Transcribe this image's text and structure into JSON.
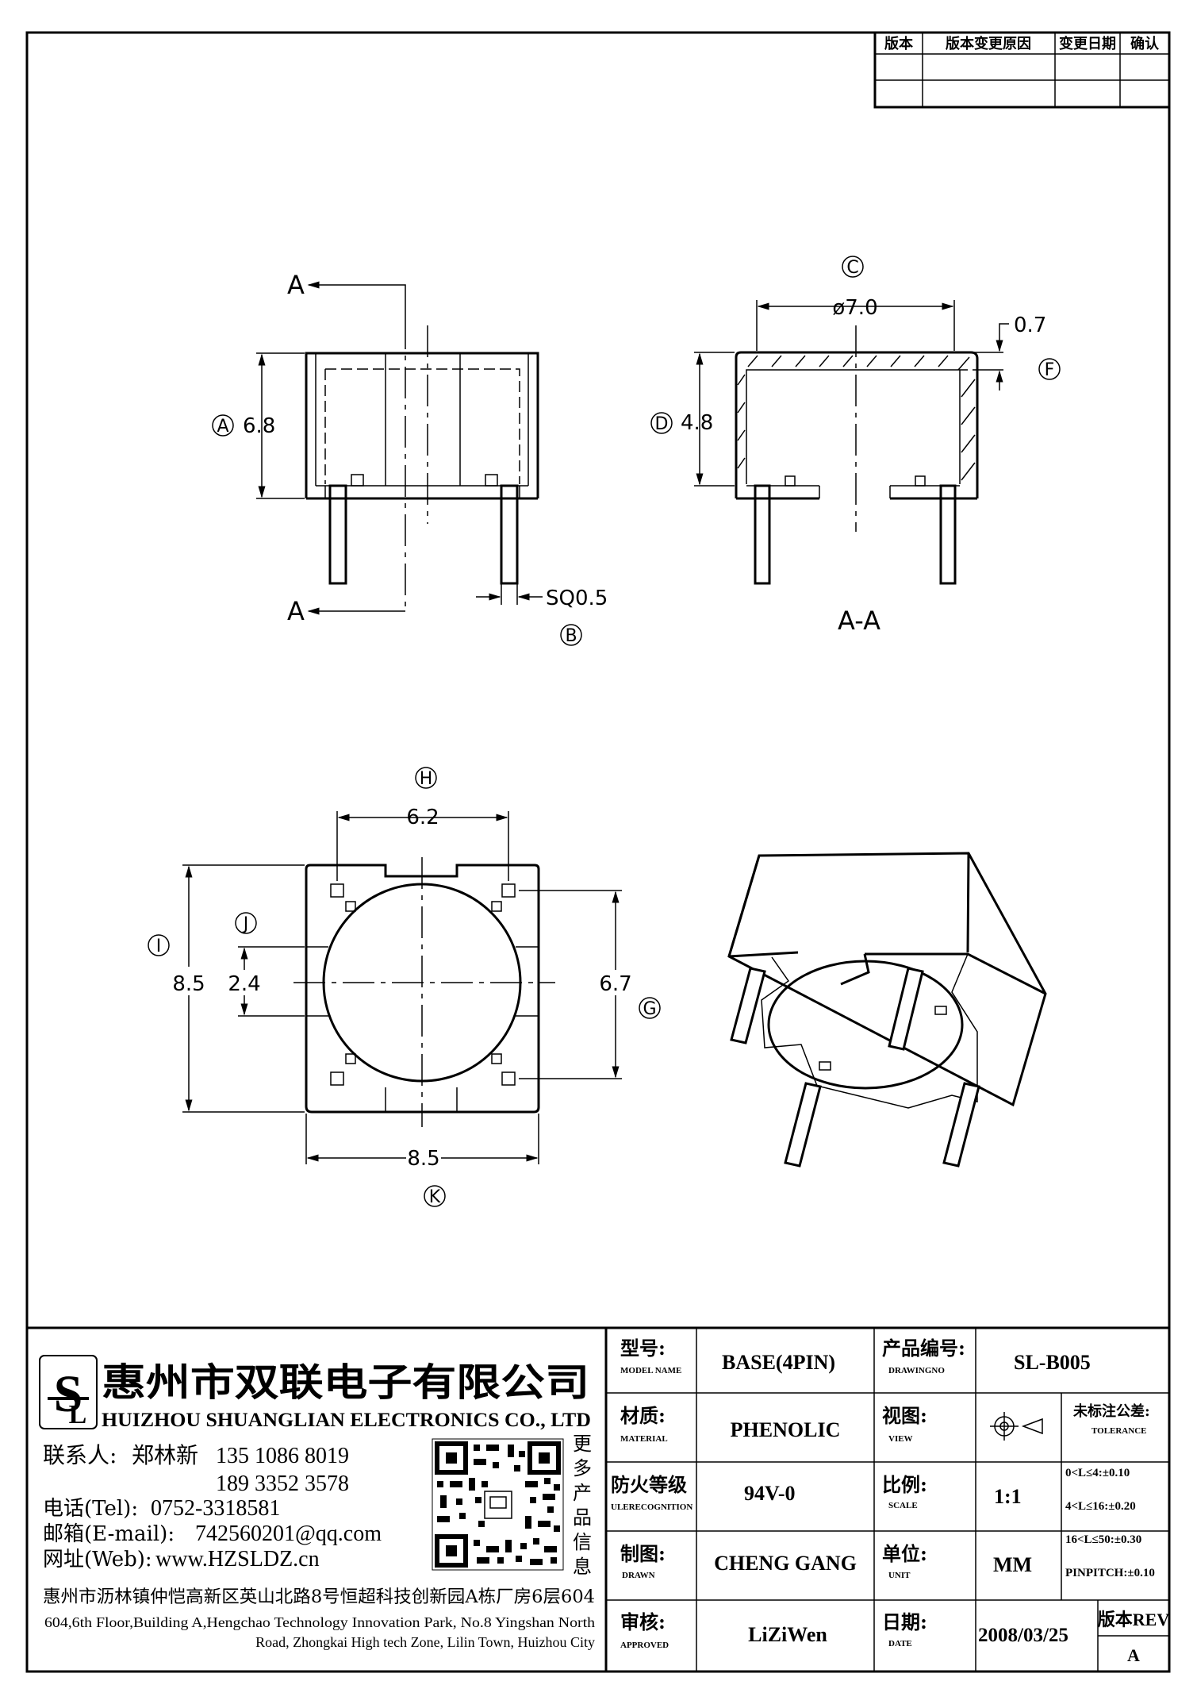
{
  "revision_table": {
    "headers": [
      "版本",
      "版本变更原因",
      "变更日期",
      "确认"
    ]
  },
  "drawing": {
    "callouts": {
      "A": "A",
      "B": "B",
      "C": "C",
      "D": "D",
      "F": "F",
      "G": "G",
      "H": "H",
      "I": "I",
      "J": "J",
      "K": "K"
    },
    "section_marker": "A",
    "section_label": "A-A",
    "dims": {
      "height_front": "6.8",
      "pin_sq": "SQ0.5",
      "diameter": "ø7.0",
      "wall": "0.7",
      "height_section": "4.8",
      "pitch_top": "6.2",
      "width_left": "8.5",
      "slot": "2.4",
      "pitch_right": "6.7",
      "width_bottom": "8.5"
    }
  },
  "company": {
    "name_cn": "惠州市双联电子有限公司",
    "name_en": "HUIZHOU SHUANGLIAN ELECTRONICS CO., LTD",
    "contact_label": "联系人:",
    "contact_name": "郑林新",
    "phone1": "135 1086 8019",
    "phone2": "189 3352 3578",
    "tel_label": "电话(Tel):",
    "tel": "0752-3318581",
    "email_label": "邮箱(E-mail):",
    "email": "742560201@qq.com",
    "web_label": "网址(Web):",
    "web": "www.HZSLDZ.cn",
    "qr_caption": [
      "更",
      "多",
      "产",
      "品",
      "信",
      "息"
    ],
    "address_cn": "惠州市沥林镇仲恺高新区英山北路8号恒超科技创新园A栋厂房6层604",
    "address_en_1": "604,6th Floor,Building A,Hengchao Technology Innovation Park, No.8 Yingshan North",
    "address_en_2": "Road, Zhongkai High tech Zone, Lilin Town, Huizhou City"
  },
  "title_block": {
    "model_label": "型号:",
    "model_label_en": "MODEL NAME",
    "model": "BASE(4PIN)",
    "drawing_no_label": "产品编号:",
    "drawing_no_label_en": "DRAWINGNO",
    "drawing_no": "SL-B005",
    "material_label": "材质:",
    "material_label_en": "MATERIAL",
    "material": "PHENOLIC",
    "view_label": "视图:",
    "view_label_en": "VIEW",
    "tolerance_label": "未标注公差:",
    "tolerance_label_en": "TOLERANCE",
    "tolerances": [
      "0<L≤4:±0.10",
      "4<L≤16:±0.20",
      "16<L≤50:±0.30",
      "PINPITCH:±0.10"
    ],
    "flame_label": "防火等级",
    "flame_label_en": "ULERECOGNITION",
    "flame": "94V-0",
    "scale_label": "比例:",
    "scale_label_en": "SCALE",
    "scale": "1:1",
    "drawn_label": "制图:",
    "drawn_label_en": "DRAWN",
    "drawn": "CHENG GANG",
    "unit_label": "单位:",
    "unit_label_en": "UNIT",
    "unit": "MM",
    "approved_label": "审核:",
    "approved_label_en": "APPROVED",
    "approved": "LiZiWen",
    "date_label": "日期:",
    "date_label_en": "DATE",
    "date": "2008/03/25",
    "rev_label": "版本REV",
    "rev": "A"
  }
}
